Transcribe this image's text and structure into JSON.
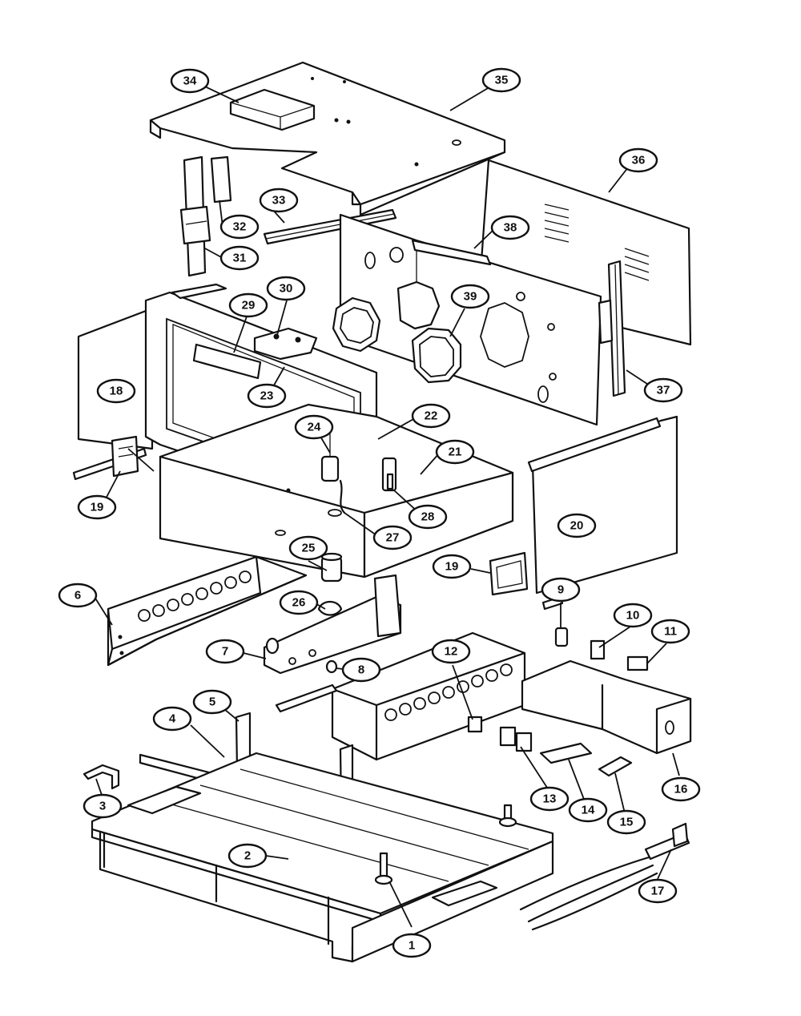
{
  "callouts": [
    {
      "id": "1",
      "label": "1"
    },
    {
      "id": "2",
      "label": "2"
    },
    {
      "id": "3",
      "label": "3"
    },
    {
      "id": "4",
      "label": "4"
    },
    {
      "id": "5",
      "label": "5"
    },
    {
      "id": "6",
      "label": "6"
    },
    {
      "id": "7",
      "label": "7"
    },
    {
      "id": "8",
      "label": "8"
    },
    {
      "id": "9",
      "label": "9"
    },
    {
      "id": "10",
      "label": "10"
    },
    {
      "id": "11",
      "label": "11"
    },
    {
      "id": "12",
      "label": "12"
    },
    {
      "id": "13",
      "label": "13"
    },
    {
      "id": "14",
      "label": "14"
    },
    {
      "id": "15",
      "label": "15"
    },
    {
      "id": "16",
      "label": "16"
    },
    {
      "id": "17",
      "label": "17"
    },
    {
      "id": "18",
      "label": "18"
    },
    {
      "id": "19a",
      "label": "19"
    },
    {
      "id": "19b",
      "label": "19"
    },
    {
      "id": "20",
      "label": "20"
    },
    {
      "id": "21",
      "label": "21"
    },
    {
      "id": "22",
      "label": "22"
    },
    {
      "id": "23",
      "label": "23"
    },
    {
      "id": "24",
      "label": "24"
    },
    {
      "id": "25",
      "label": "25"
    },
    {
      "id": "26",
      "label": "26"
    },
    {
      "id": "27",
      "label": "27"
    },
    {
      "id": "28",
      "label": "28"
    },
    {
      "id": "29",
      "label": "29"
    },
    {
      "id": "30",
      "label": "30"
    },
    {
      "id": "31",
      "label": "31"
    },
    {
      "id": "32",
      "label": "32"
    },
    {
      "id": "33",
      "label": "33"
    },
    {
      "id": "34",
      "label": "34"
    },
    {
      "id": "35",
      "label": "35"
    },
    {
      "id": "36",
      "label": "36"
    },
    {
      "id": "37",
      "label": "37"
    },
    {
      "id": "38",
      "label": "38"
    },
    {
      "id": "39",
      "label": "39"
    }
  ]
}
